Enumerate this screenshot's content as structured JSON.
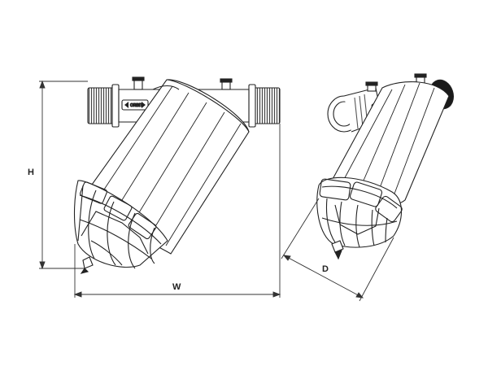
{
  "dimensions": {
    "height_label": "H",
    "width_label": "W",
    "depth_label": "D"
  },
  "logo_text": "ORBIT",
  "colors": {
    "line": "#222222",
    "thread": "#555555",
    "cap": "#1a1a1a",
    "background": "#ffffff"
  }
}
